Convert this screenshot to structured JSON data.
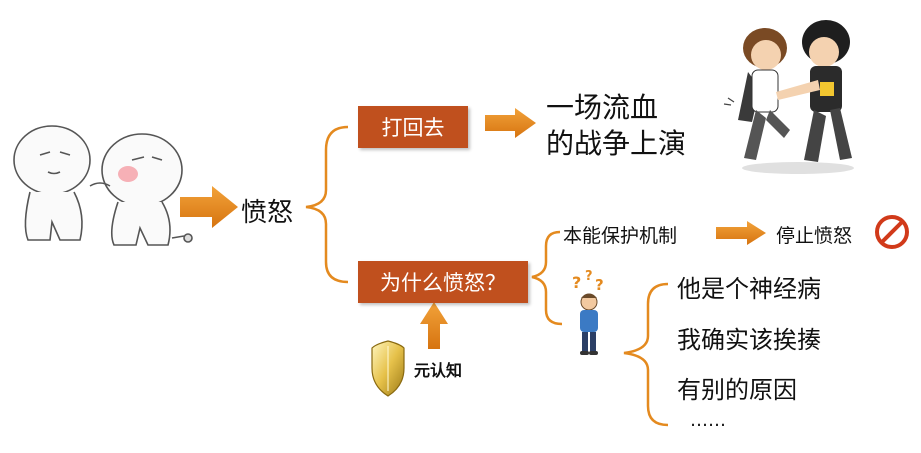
{
  "root_label": "愤怒",
  "branch_top": {
    "label": "打回去",
    "result_line1": "一场流血",
    "result_line2": "的战争上演"
  },
  "branch_bottom": {
    "label": "为什么愤怒？",
    "metacognition": "元认知",
    "instinct": "本能保护机制",
    "instinct_result": "停止愤怒",
    "reasons": [
      "他是个神经病",
      "我确实该挨揍",
      "有别的原因",
      "……"
    ]
  },
  "colors": {
    "box": "#c0501e",
    "arrow": "#e48a1f",
    "line": "#e48a1f"
  }
}
